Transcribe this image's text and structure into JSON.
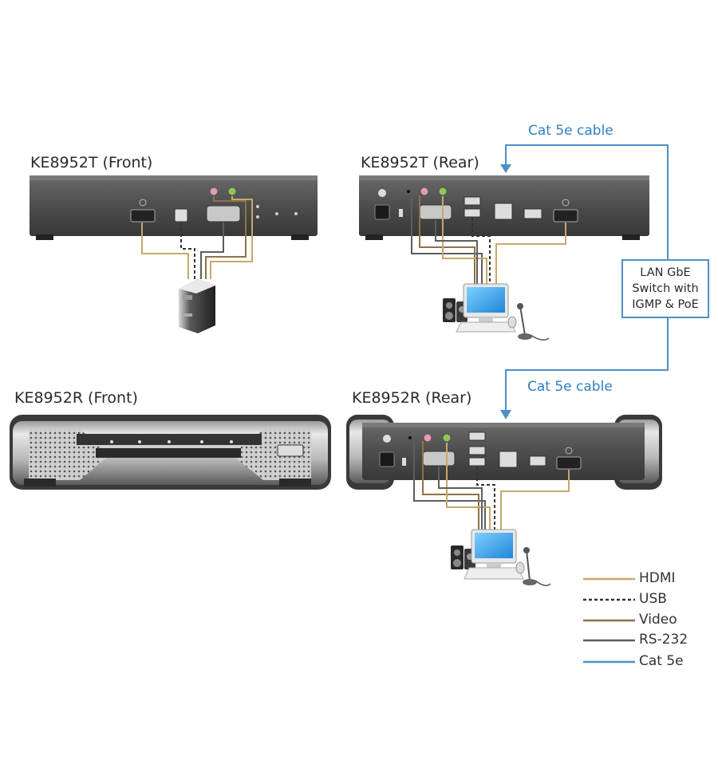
{
  "devices": {
    "tx_front_label": "KE8952T (Front)",
    "tx_rear_label": "KE8952T (Rear)",
    "rx_front_label": "KE8952R (Front)",
    "rx_rear_label": "KE8952R (Rear)"
  },
  "network": {
    "cable_top_label": "Cat 5e cable",
    "cable_bottom_label": "Cat 5e cable",
    "switch_lines": [
      "LAN GbE",
      "Switch with",
      "IGMP & PoE"
    ]
  },
  "legend": [
    {
      "label": "HDMI",
      "color": "#c8a86a",
      "style": "solid"
    },
    {
      "label": "USB",
      "color": "#333333",
      "style": "dashed"
    },
    {
      "label": "Video",
      "color": "#8e7249",
      "style": "solid"
    },
    {
      "label": "RS-232",
      "color": "#5d5d5d",
      "style": "solid"
    },
    {
      "label": "Cat 5e",
      "color": "#4f8fc6",
      "style": "solid"
    }
  ],
  "colors": {
    "cat5e": "#4f8fc6",
    "hdmi": "#c8a86a",
    "video": "#8e7249",
    "rs232": "#5d5d5d",
    "usb": "#333333",
    "device_body": "#4a4a4a"
  }
}
